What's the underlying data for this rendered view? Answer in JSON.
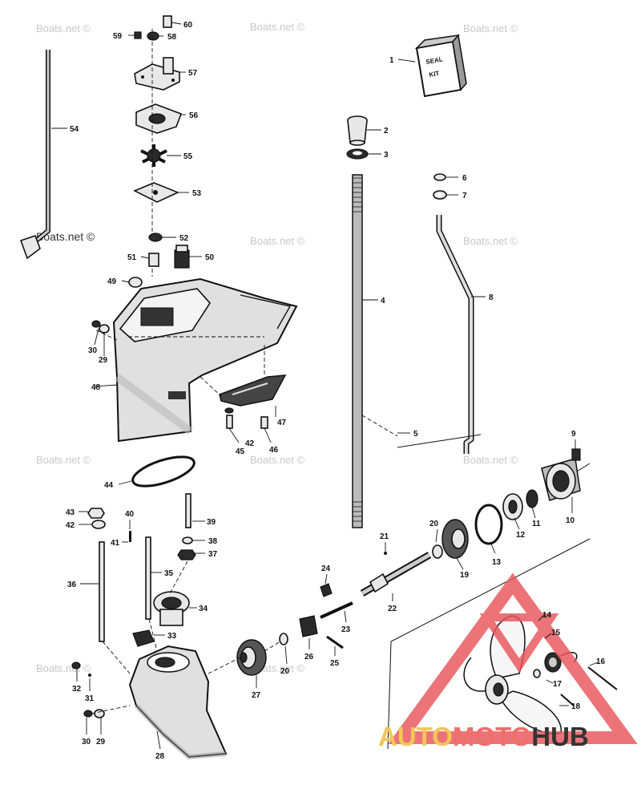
{
  "watermark_text": "Boats.net ©",
  "seal_kit": {
    "line1": "SEAL",
    "line2": "KIT"
  },
  "brand": {
    "part1": "AUTO",
    "part2": "MOTO",
    "part3": "HUB",
    "color1": "#f2c65a",
    "color2": "#ef6f6b",
    "color3": "#333333",
    "triangle_color": "#e8555a"
  },
  "labels": {
    "p1": "1",
    "p2": "2",
    "p3": "3",
    "p4": "4",
    "p5": "5",
    "p6": "6",
    "p7": "7",
    "p8": "8",
    "p9": "9",
    "p10": "10",
    "p11": "11",
    "p12": "12",
    "p13": "13",
    "p14": "14",
    "p15": "15",
    "p16": "16",
    "p17": "17",
    "p18": "18",
    "p19": "19",
    "p20a": "20",
    "p20b": "20",
    "p21": "21",
    "p22": "22",
    "p23": "23",
    "p24": "24",
    "p25": "25",
    "p26": "26",
    "p27": "27",
    "p28": "28",
    "p29a": "29",
    "p29b": "29",
    "p30a": "30",
    "p30b": "30",
    "p31": "31",
    "p32": "32",
    "p33": "33",
    "p34": "34",
    "p35": "35",
    "p36": "36",
    "p37": "37",
    "p38": "38",
    "p39": "39",
    "p40": "40",
    "p41": "41",
    "p42a": "42",
    "p42b": "42",
    "p43": "43",
    "p44": "44",
    "p45": "45",
    "p46": "46",
    "p47": "47",
    "p48": "48",
    "p49": "49",
    "p50": "50",
    "p51": "51",
    "p52": "52",
    "p53": "53",
    "p54": "54",
    "p55": "55",
    "p56": "56",
    "p57": "57",
    "p58": "58",
    "p59": "59",
    "p60": "60"
  }
}
